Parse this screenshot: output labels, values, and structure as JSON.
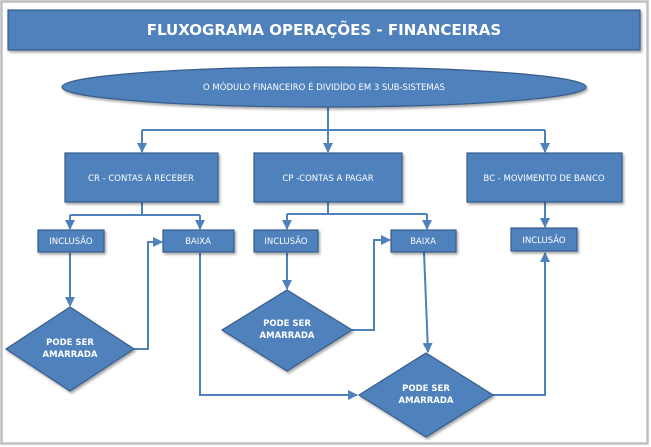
{
  "title": "FLUXOGRAMA OPERAÇÕES - FINANCEIRAS",
  "root": {
    "label": "O MÓDULO FINANCEIRO É DIVIDÍDO EM 3 SUB-SISTEMAS"
  },
  "subsystems": [
    {
      "label": "CR - CONTAS A RECEBER"
    },
    {
      "label": "CP -CONTAS A PAGAR"
    },
    {
      "label": "BC - MOVIMENTO DE BANCO"
    }
  ],
  "cr": {
    "inclusao": "INCLUSÃO",
    "baixa": "BAIXA",
    "decision": {
      "line1": "PODE SER",
      "line2": "AMARRADA"
    }
  },
  "cp": {
    "inclusao": "INCLUSÃO",
    "baixa": "BAIXA",
    "decision": {
      "line1": "PODE SER",
      "line2": "AMARRADA"
    }
  },
  "bc": {
    "inclusao": "INCLUSÃO"
  },
  "merge_decision": {
    "line1": "PODE SER",
    "line2": "AMARRADA"
  },
  "colors": {
    "fill": "#4f81bd",
    "stroke": "#385d8a",
    "connector": "#4f81bd",
    "frame": "#bfbfbf"
  }
}
